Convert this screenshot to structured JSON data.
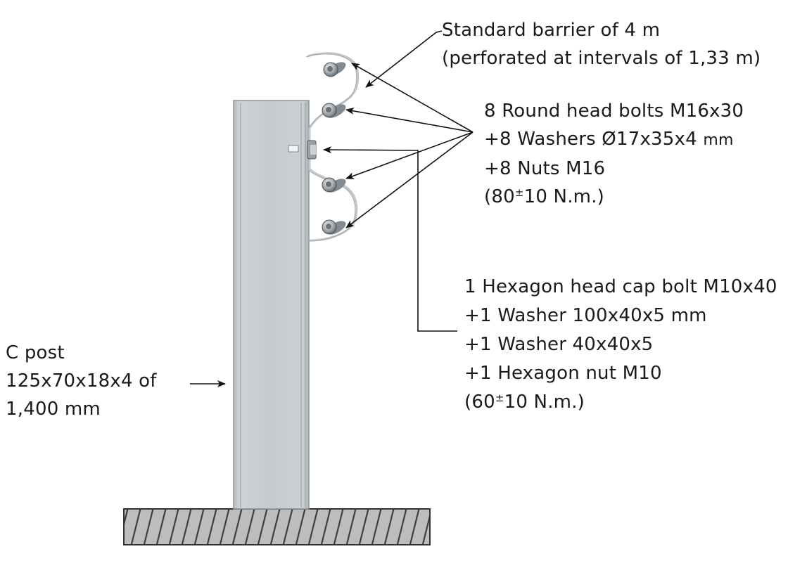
{
  "labels": {
    "barrier": {
      "line1": "Standard barrier of 4 m",
      "line2": "(perforated at intervals of 1,33 m)"
    },
    "bolts": {
      "line1": "8 Round head bolts M16x30",
      "line2_prefix": "+8 Washers Ø17x35x4",
      "line2_unit": "mm",
      "line3": "+8 Nuts M16",
      "line4_open": "(80",
      "line4_tol": "±",
      "line4_rest": "10 N.m.)"
    },
    "hex_bolt": {
      "line1": "1 Hexagon head cap bolt M10x40",
      "line2": "+1 Washer 100x40x5 mm",
      "line3": "+1 Washer 40x40x5",
      "line4": "+1 Hexagon nut M10",
      "line5_open": "(60",
      "line5_tol": "±",
      "line5_rest": "10 N.m.)"
    },
    "post": {
      "line1": "C post",
      "line2": "125x70x18x4 of",
      "line3": "1,400 mm"
    }
  },
  "colors": {
    "post_fill": "#c3c7c9",
    "post_edge": "#8e9498",
    "ground_fill": "#b9b9b9",
    "ground_hatch": "#333333",
    "barrier_stroke": "#bfc3c5",
    "bolt_metal": "#9aa1a6",
    "arrow": "#111111"
  }
}
